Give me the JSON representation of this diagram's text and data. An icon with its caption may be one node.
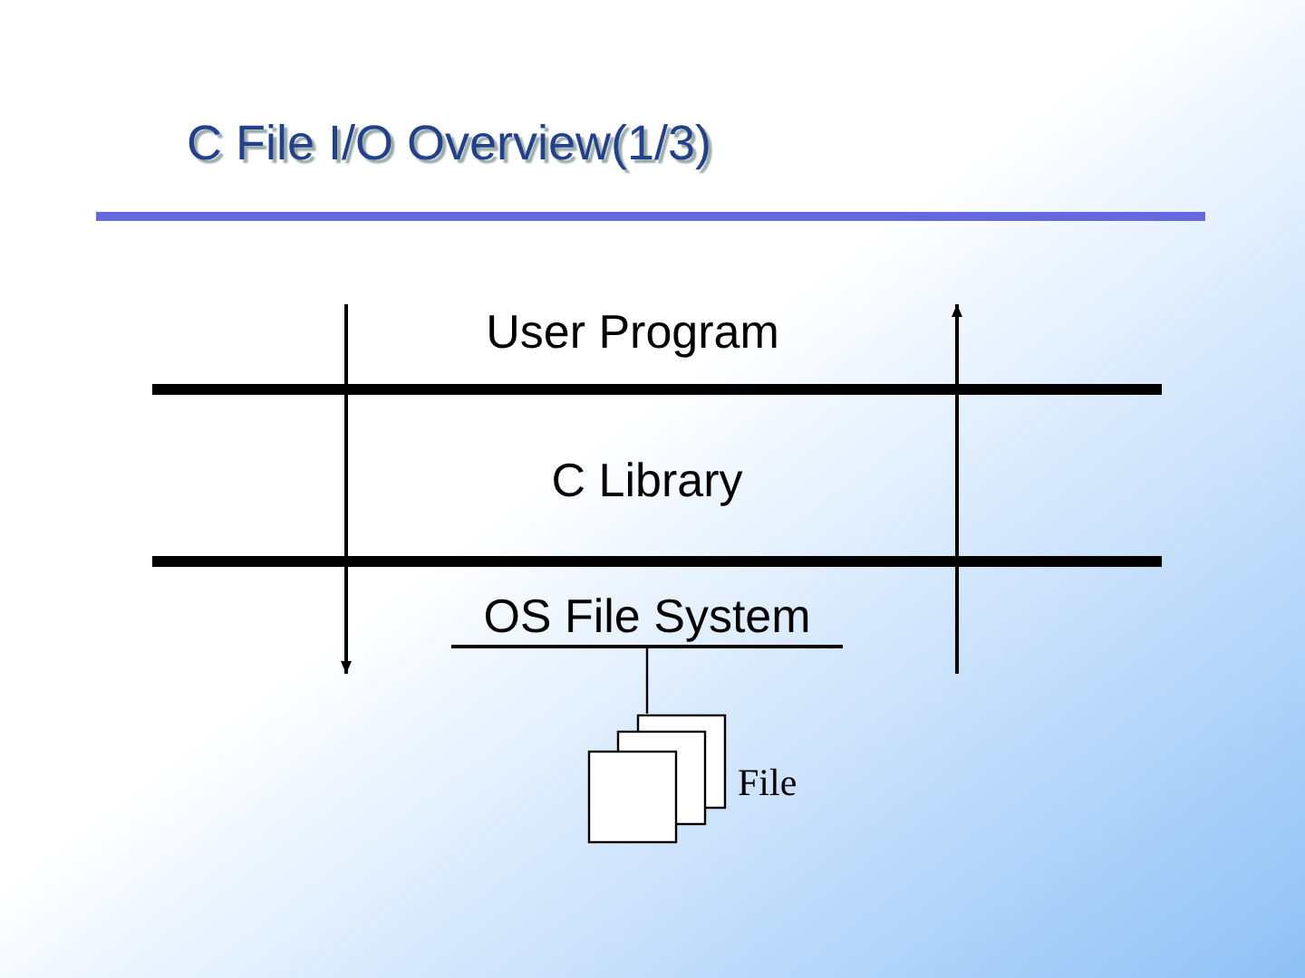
{
  "diagram": {
    "title": "C File I/O Overview(1/3)",
    "nodes": [
      {
        "text": [
          "User Program"
        ]
      },
      {
        "text": [
          "C Library"
        ]
      },
      {
        "text": [
          "OS File System"
        ]
      },
      {
        "text": [],
        "shape": "box",
        "beside": [
          "File"
        ]
      }
    ],
    "edges": [
      {
        "from": 2,
        "to": 3,
        "arrow": "none"
      }
    ]
  }
}
